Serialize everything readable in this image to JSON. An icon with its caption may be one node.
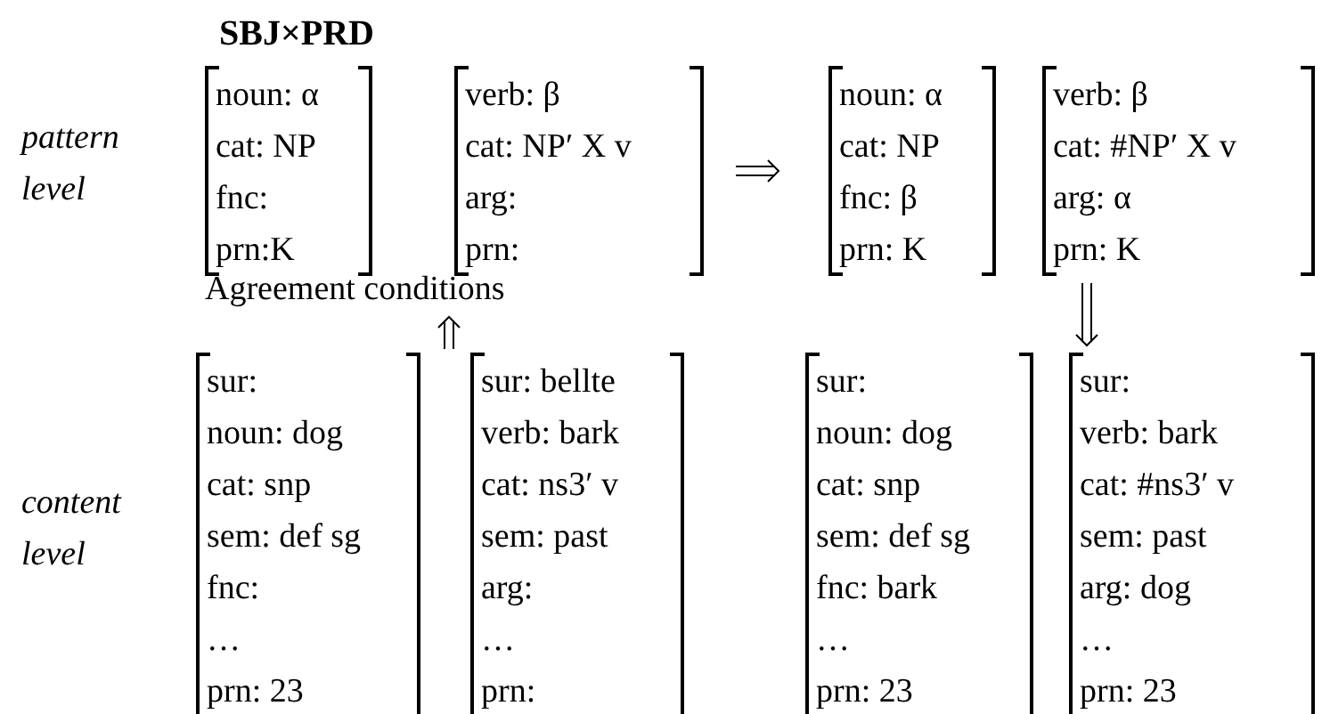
{
  "diagram": {
    "nodes": [
      {
        "text": [
          "noun: α",
          "cat: NP",
          "fnc:",
          "prn:K"
        ]
      },
      {
        "text": [
          "verb: β",
          "cat: NP′ X v",
          "arg:",
          "prn:"
        ]
      },
      {
        "text": [
          "noun: α",
          "cat: NP",
          "fnc: β",
          "prn: K"
        ]
      },
      {
        "text": [
          "verb: β",
          "cat: #NP′ X v",
          "arg: α",
          "prn: K"
        ]
      },
      {
        "text": [
          "Agreement conditions"
        ]
      },
      {
        "text": [
          "sur:",
          "noun: dog",
          "cat: snp",
          "sem: def sg",
          "fnc:",
          "…",
          "prn: 23"
        ]
      },
      {
        "text": [
          "sur: bellte",
          "verb: bark",
          "cat: ns3′ v",
          "sem: past",
          "arg:",
          "…",
          "prn:"
        ]
      },
      {
        "text": [
          "sur:",
          "noun: dog",
          "cat: snp",
          "sem: def sg",
          "fnc: bark",
          "…",
          "prn: 23"
        ]
      },
      {
        "text": [
          "sur:",
          "verb: bark",
          "cat: #ns3′ v",
          "sem: past",
          "arg: dog",
          "…",
          "prn: 23"
        ]
      }
    ],
    "edges": [
      {
        "from": 1,
        "to": 2,
        "arrow": "to"
      },
      {
        "from": 6,
        "to": 4,
        "arrow": "to"
      },
      {
        "from": 3,
        "to": 8,
        "arrow": "to"
      }
    ],
    "labels": [
      "SBJ×PRD",
      "pattern level",
      "content level"
    ]
  }
}
